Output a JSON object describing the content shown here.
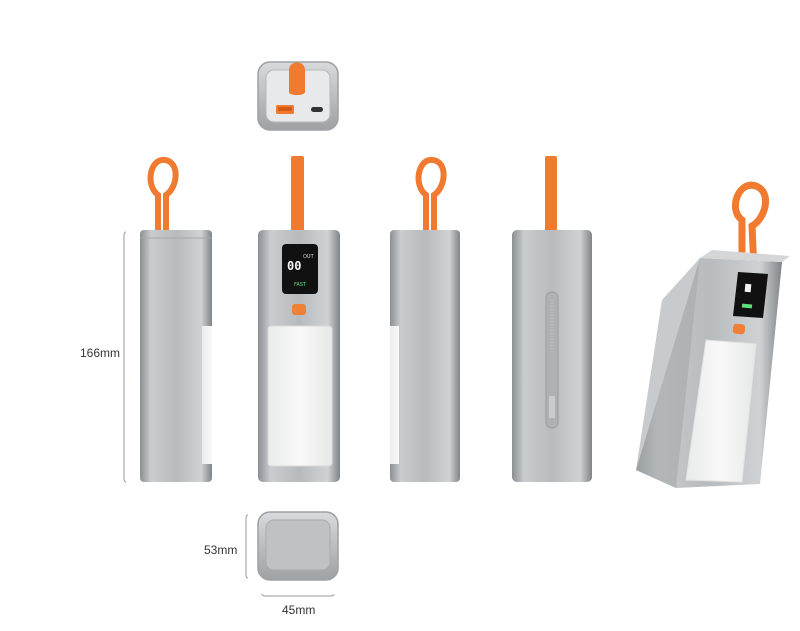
{
  "dimensions": {
    "height_label": "166mm",
    "depth_label": "53mm",
    "width_label": "45mm"
  },
  "screen": {
    "left_reading": "00",
    "top_label": "OUT",
    "mode_label": "FAST"
  },
  "colors": {
    "strap": "#f07a2f",
    "body_light": "#c6c9cc",
    "body_dark": "#8f9498",
    "panel": "#f3f4f3",
    "screen": "#111111",
    "screen_green": "#5ce07a",
    "button": "#f08035",
    "dimension_line": "#9a9a9a"
  },
  "icons": [
    "usb-a-port-icon",
    "usb-c-port-icon",
    "power-button-icon"
  ]
}
